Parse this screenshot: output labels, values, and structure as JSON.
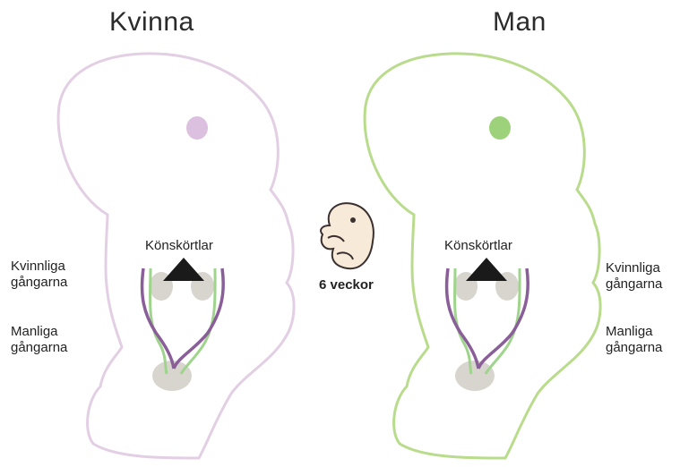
{
  "female": {
    "title": "Kvinna",
    "gonads_label": "Könskörtlar",
    "female_ducts_label": "Kvinnliga\ngångarna",
    "male_ducts_label": "Manliga\ngångarna"
  },
  "male": {
    "title": "Man",
    "gonads_label": "Könskörtlar",
    "female_ducts_label": "Kvinnliga\ngångarna",
    "male_ducts_label": "Manliga\ngångarna"
  },
  "center": {
    "age_label": "6 veckor"
  },
  "colors": {
    "female_outline": "#e3cfe4",
    "female_eye": "#dcc0df",
    "male_outline": "#b9dc8c",
    "male_eye": "#9ed27a",
    "female_duct": "#8a5e98",
    "male_duct": "#9fd48c",
    "organ": "#d7d5cd",
    "embryo_fill": "#f7ead8",
    "line": "#1a1a1a"
  }
}
